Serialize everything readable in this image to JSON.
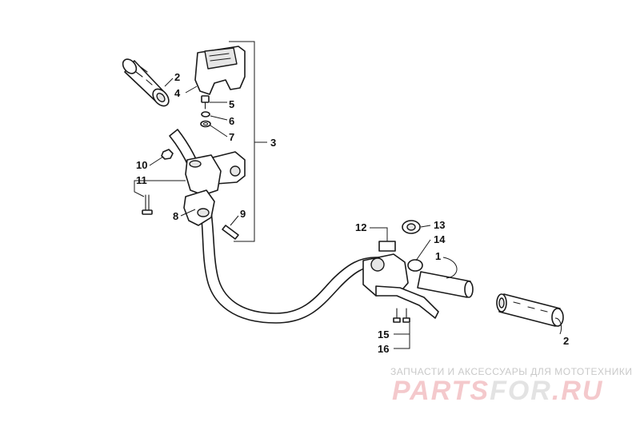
{
  "callouts": {
    "c1": "1",
    "c2_left": "2",
    "c2_right": "2",
    "c3": "3",
    "c4": "4",
    "c5": "5",
    "c6": "6",
    "c7": "7",
    "c8": "8",
    "c9": "9",
    "c10": "10",
    "c11": "11",
    "c12": "12",
    "c13": "13",
    "c14": "14",
    "c15": "15",
    "c16": "16"
  },
  "watermark": {
    "tagline": "ЗАПЧАСТИ И АКСЕССУАРЫ ДЛЯ МОТОТЕХНИКИ",
    "brand_part1": "PARTS",
    "brand_part2": "FOR",
    "brand_part3": ".RU"
  },
  "colors": {
    "line": "#1a1a1a",
    "watermark_text": "#c9c9c9",
    "watermark_brand": "#f4c9cc"
  }
}
